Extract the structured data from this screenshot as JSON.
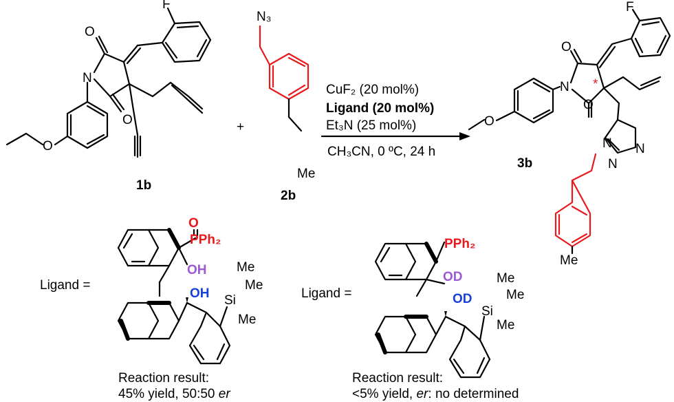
{
  "scheme": {
    "compounds": {
      "sm1": "1b",
      "sm2": "2b",
      "product": "3b"
    },
    "plus": "+",
    "conditions": {
      "line1": "CuF₂ (20 mol%)",
      "line2": "Ligand (20 mol%)",
      "line3": "Et₃N (25 mol%)",
      "line4": "CH₃CN, 0 ºC, 24 h"
    },
    "atoms": {
      "F": "F",
      "O": "O",
      "N": "N",
      "N3": "N₃",
      "Me": "Me",
      "PPh2": "PPh₂",
      "OH": "OH",
      "OD": "OD",
      "Si": "Si",
      "star": "*"
    },
    "ligand_label": "Ligand =",
    "result1": {
      "title": "Reaction result:",
      "yield": "45% yield, 50:50 ",
      "er": "er"
    },
    "result2": {
      "title": "Reaction result:",
      "yield": "<5% yield, ",
      "er": "er",
      "tail": ": no determined"
    }
  },
  "colors": {
    "highlight_red": "#e8191c",
    "oh_blue": "#1a3fd9",
    "oh_purple": "#9b59d6"
  }
}
